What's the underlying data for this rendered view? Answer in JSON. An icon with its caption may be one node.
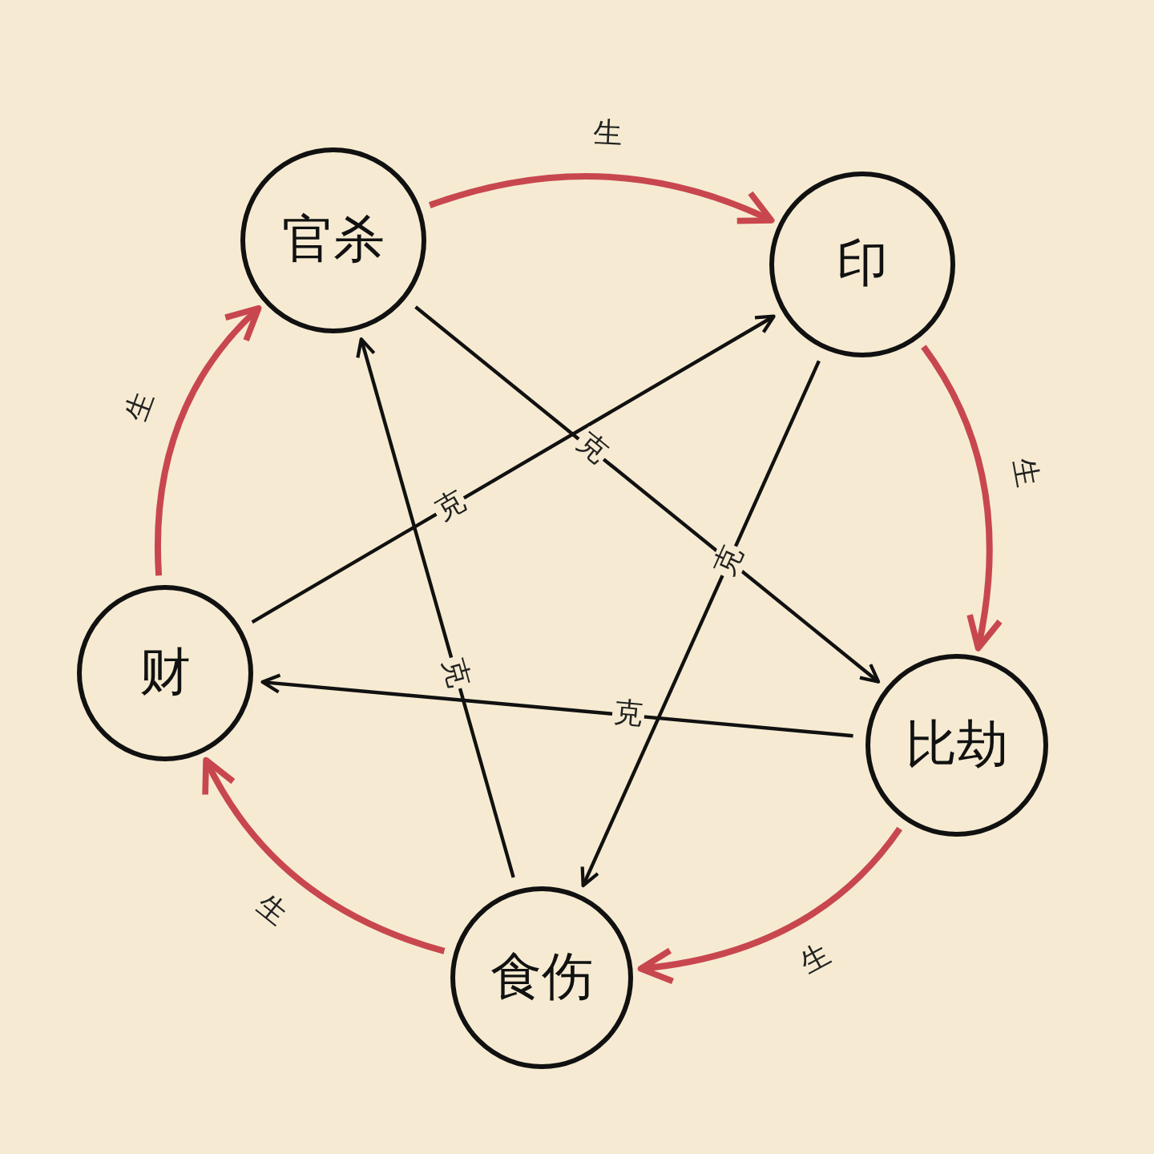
{
  "diagram": {
    "nodes": [
      {
        "text": [
          "官杀"
        ]
      },
      {
        "text": [
          "印"
        ]
      },
      {
        "text": [
          "比劫"
        ]
      },
      {
        "text": [
          "食伤"
        ]
      },
      {
        "text": [
          "财"
        ]
      }
    ],
    "edges": [
      {
        "from": 0,
        "to": 1,
        "arrow": "to",
        "label": "生",
        "style": "thick",
        "color": "#c8474f"
      },
      {
        "from": 1,
        "to": 2,
        "arrow": "to",
        "label": "生",
        "style": "thick",
        "color": "#c8474f"
      },
      {
        "from": 2,
        "to": 3,
        "arrow": "to",
        "label": "生",
        "style": "thick",
        "color": "#c8474f"
      },
      {
        "from": 3,
        "to": 4,
        "arrow": "to",
        "label": "生",
        "style": "thick",
        "color": "#c8474f"
      },
      {
        "from": 4,
        "to": 0,
        "arrow": "to",
        "label": "生",
        "style": "thick",
        "color": "#c8474f"
      },
      {
        "from": 0,
        "to": 2,
        "arrow": "to",
        "label": "克",
        "color": "#111111"
      },
      {
        "from": 4,
        "to": 1,
        "arrow": "to",
        "label": "克",
        "color": "#111111"
      },
      {
        "from": 1,
        "to": 3,
        "arrow": "to",
        "label": "克",
        "color": "#111111"
      },
      {
        "from": 2,
        "to": 4,
        "arrow": "to",
        "label": "克",
        "color": "#111111"
      },
      {
        "from": 3,
        "to": 0,
        "arrow": "to",
        "label": "克",
        "color": "#111111"
      }
    ]
  }
}
